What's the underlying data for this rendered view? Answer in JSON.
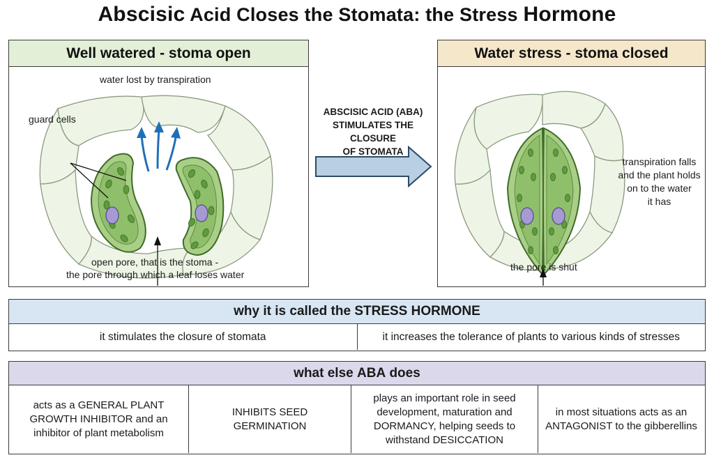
{
  "title": {
    "part1": "Abscisic",
    "part2": " Acid Closes the Stomata: the Stress ",
    "part3": "Hormone"
  },
  "left_panel": {
    "heading": "Well watered - stoma open",
    "label_transpiration": "water lost by transpiration",
    "label_guard_cells": "guard cells",
    "label_pore_line1": "open pore, that is the stoma -",
    "label_pore_line2": "the pore through which a leaf loses water"
  },
  "center": {
    "line1": "ABSCISIC ACID (ABA)",
    "line2": "STIMULATES THE CLOSURE",
    "line3": "OF STOMATA"
  },
  "right_panel": {
    "heading": "Water stress - stoma closed",
    "label_transp_line1": "transpiration falls",
    "label_transp_line2": "and the plant holds",
    "label_transp_line3": "on to the water",
    "label_transp_line4": "it has",
    "label_pore": "the pore is shut"
  },
  "stress_table": {
    "heading_prefix": "why it is called the ",
    "heading_emph": "STRESS HORMONE",
    "cells": [
      "it stimulates the closure of stomata",
      "it increases the tolerance of plants to various kinds of stresses"
    ]
  },
  "else_table": {
    "heading_prefix": "what else ",
    "heading_emph": "ABA",
    "heading_suffix": " does",
    "cells": [
      "acts as a GENERAL PLANT GROWTH INHIBITOR and an inhibitor of plant metabolism",
      "INHIBITS SEED GERMINATION",
      "plays an important role in seed development, maturation and DORMANCY, helping seeds to withstand DESICCATION",
      "in most situations acts as an ANTAGONIST to the gibberellins"
    ]
  },
  "colors": {
    "guard_cell_fill": "#a9cf86",
    "guard_cell_edge": "#3f6b2a",
    "chloroplast": "#5f9a3d",
    "nucleus": "#a69ad3",
    "epidermis_fill": "#eef5e6",
    "transpiration_arrow": "#1f6fb8",
    "center_arrow_fill": "#b8cfe4"
  }
}
